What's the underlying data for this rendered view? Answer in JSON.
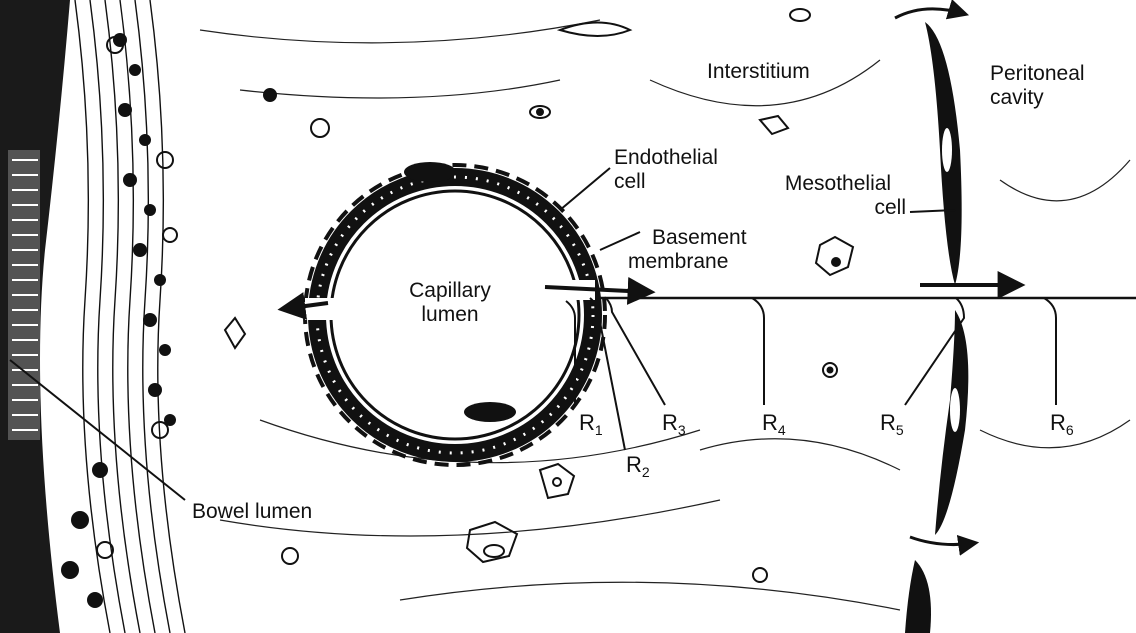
{
  "labels": {
    "interstitium": "Interstitium",
    "peritoneal_cavity": [
      "Peritoneal",
      "cavity"
    ],
    "endothelial_cell": [
      "Endothelial",
      "cell"
    ],
    "mesothelial_cell": [
      "Mesothelial",
      "cell"
    ],
    "basement_membrane": [
      "Basement",
      "membrane"
    ],
    "capillary_lumen": [
      "Capillary",
      "lumen"
    ],
    "bowel_lumen": "Bowel lumen"
  },
  "resistances": [
    {
      "letter": "R",
      "sub": "1"
    },
    {
      "letter": "R",
      "sub": "2"
    },
    {
      "letter": "R",
      "sub": "3"
    },
    {
      "letter": "R",
      "sub": "4"
    },
    {
      "letter": "R",
      "sub": "5"
    },
    {
      "letter": "R",
      "sub": "6"
    }
  ],
  "colors": {
    "ink": "#111111",
    "paper": "#ffffff"
  }
}
